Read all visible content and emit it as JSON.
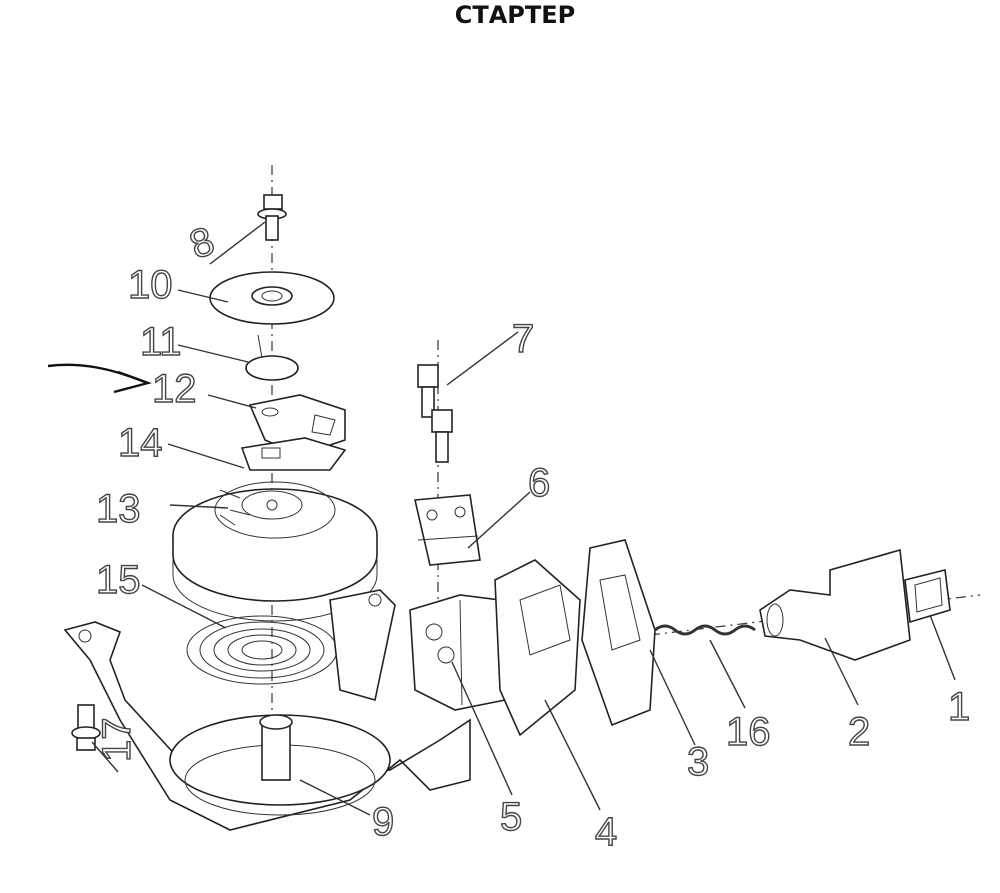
{
  "page": {
    "title": "СТАРТЕР"
  },
  "labels": [
    {
      "id": "1",
      "text": "1"
    },
    {
      "id": "2",
      "text": "2"
    },
    {
      "id": "3",
      "text": "3"
    },
    {
      "id": "4",
      "text": "4"
    },
    {
      "id": "5",
      "text": "5"
    },
    {
      "id": "6",
      "text": "6"
    },
    {
      "id": "7",
      "text": "7"
    },
    {
      "id": "8",
      "text": "8"
    },
    {
      "id": "9",
      "text": "9"
    },
    {
      "id": "10",
      "text": "10"
    },
    {
      "id": "11",
      "text": "11"
    },
    {
      "id": "12",
      "text": "12"
    },
    {
      "id": "13",
      "text": "13"
    },
    {
      "id": "14",
      "text": "14"
    },
    {
      "id": "15",
      "text": "15"
    },
    {
      "id": "16",
      "text": "16"
    },
    {
      "id": "17",
      "text": "17"
    }
  ]
}
